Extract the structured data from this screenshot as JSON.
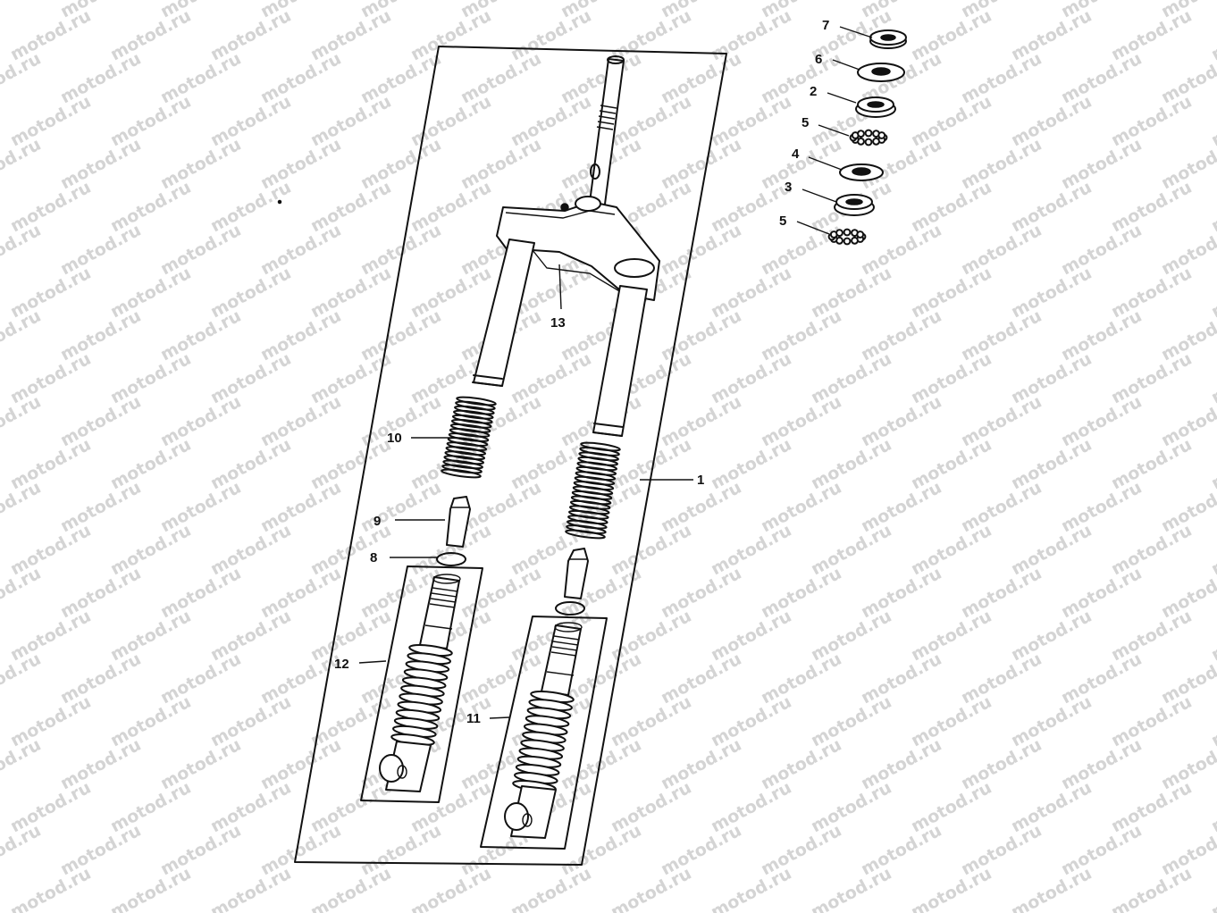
{
  "diagram": {
    "watermark": "motod.ru",
    "callouts": {
      "c1": "1",
      "c2": "2",
      "c3": "3",
      "c4": "4",
      "c5a": "5",
      "c5b": "5",
      "c6": "6",
      "c7": "7",
      "c8": "8",
      "c9": "9",
      "c10": "10",
      "c11": "11",
      "c12": "12",
      "c13": "13"
    },
    "colors": {
      "ink": "#111111",
      "paper": "#ffffff",
      "watermark": "#d4d4d4"
    }
  }
}
